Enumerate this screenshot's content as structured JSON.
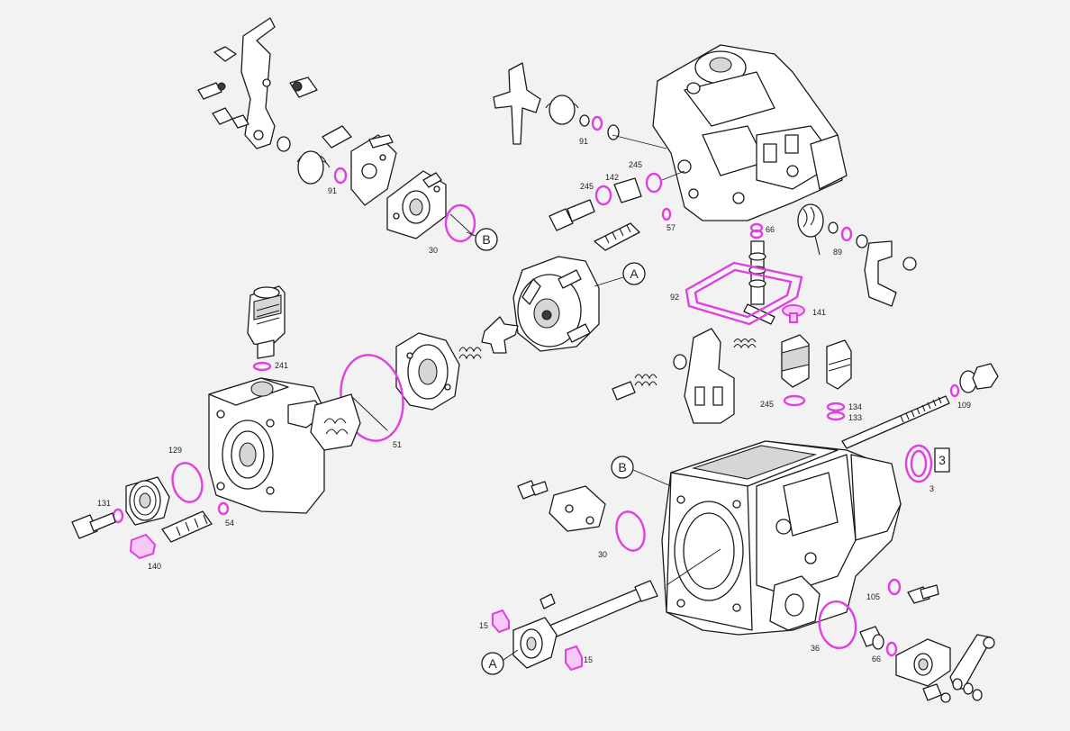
{
  "colors": {
    "background": "#f2f2f2",
    "line": "#1a1a1a",
    "part_fill": "#ffffff",
    "shade": "#d9d9d9",
    "highlight": "#e040e0",
    "label_text": "#222222"
  },
  "diagram": {
    "reference_markers": {
      "a_top": "A",
      "b_top": "B",
      "b_housing": "B",
      "a_shaft": "A"
    },
    "boxed_label": "3",
    "part_numbers": {
      "p91_top": "91",
      "p30_top": "30",
      "p91_right": "91",
      "p245_a": "245",
      "p142": "142",
      "p245_b": "245",
      "p57": "57",
      "p66": "66",
      "p89": "89",
      "p92": "92",
      "p141": "141",
      "p241": "241",
      "p51": "51",
      "p129": "129",
      "p131": "131",
      "p54": "54",
      "p140": "140",
      "p245_c": "245",
      "p134": "134",
      "p133": "133",
      "p109": "109",
      "p3": "3",
      "p30_mid": "30",
      "p105": "105",
      "p36": "36",
      "p66_b": "66",
      "p15_left": "15",
      "p15_right": "15"
    }
  }
}
